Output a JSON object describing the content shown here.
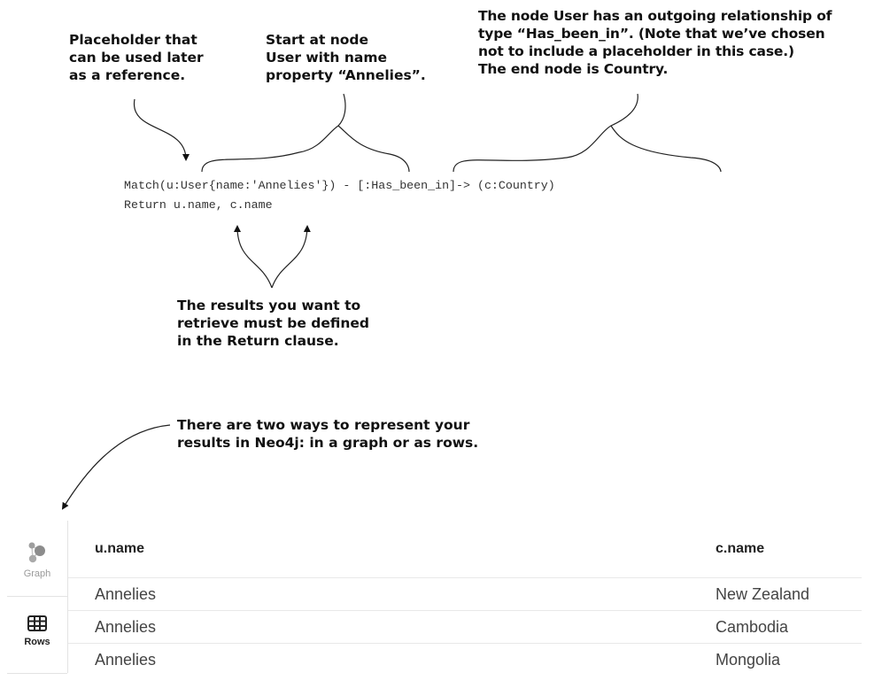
{
  "annotations": {
    "placeholder": "Placeholder that\ncan be used later\nas a reference.",
    "start_node": "Start at node\nUser with name\nproperty “Annelies”.",
    "relationship": "The node User has an outgoing relationship of\ntype “Has_been_in”. (Note that we’ve chosen\nnot to include a placeholder in this case.)\nThe end node is Country.",
    "return_clause": "The results you want to\nretrieve must be defined\nin the Return clause.",
    "representation": "There are two ways to represent your\nresults in Neo4j: in a graph or as rows."
  },
  "code": {
    "line1": "Match(u:User{name:'Annelies'}) - [:Has_been_in]-> (c:Country)",
    "line2": "Return u.name, c.name"
  },
  "results": {
    "views": [
      {
        "label": "Graph",
        "icon": "graph-icon",
        "active": false
      },
      {
        "label": "Rows",
        "icon": "table-icon",
        "active": true
      }
    ],
    "columns": [
      "u.name",
      "c.name"
    ],
    "rows": [
      [
        "Annelies",
        "New Zealand"
      ],
      [
        "Annelies",
        "Cambodia"
      ],
      [
        "Annelies",
        "Mongolia"
      ]
    ]
  }
}
